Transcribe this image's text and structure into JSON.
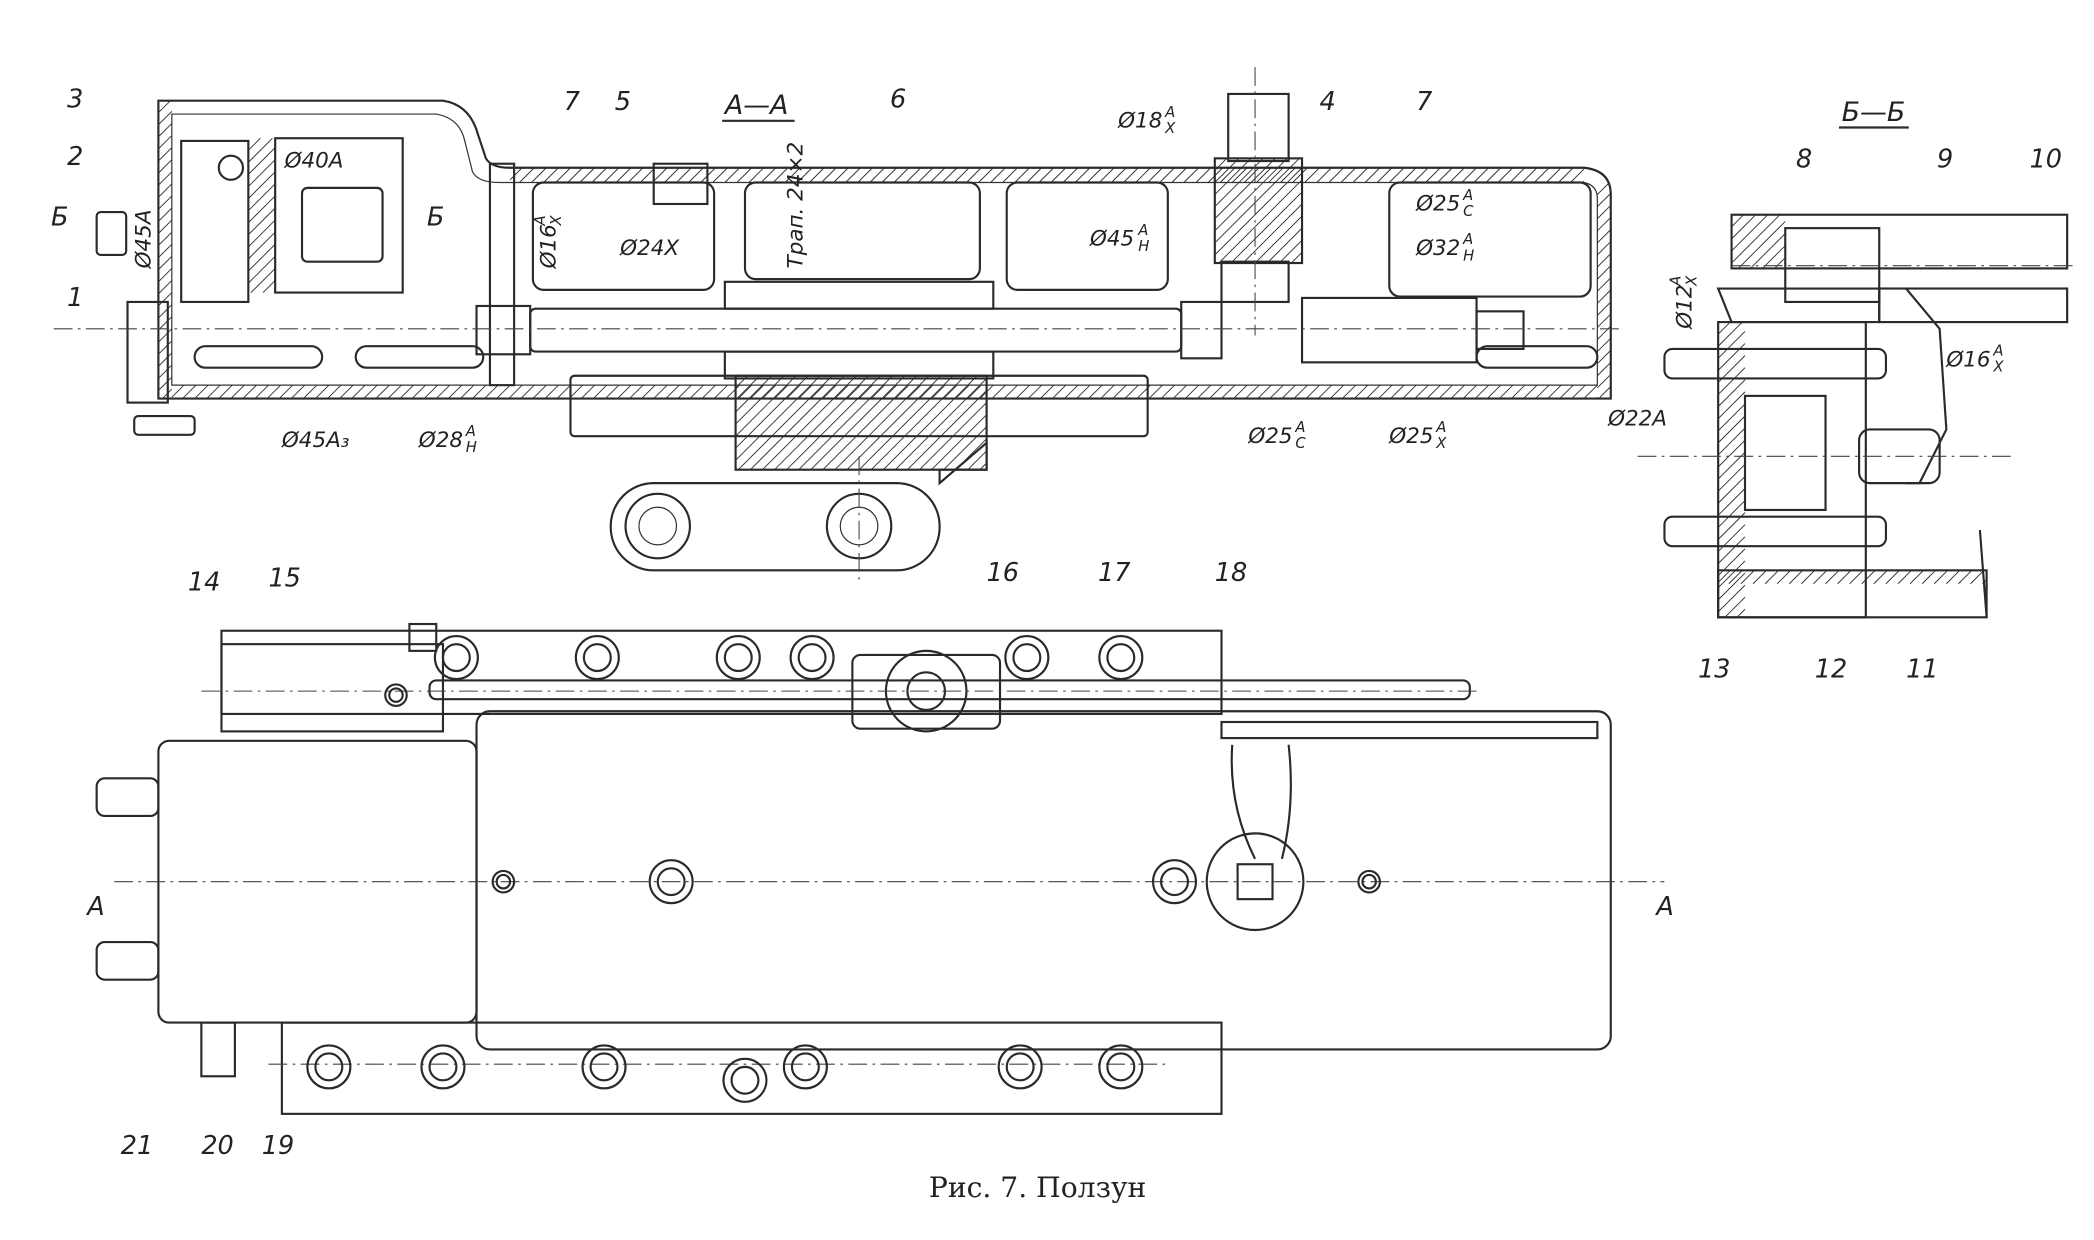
{
  "caption": "Рис. 7. Ползун",
  "sections": {
    "aa": "А—А",
    "bb": "Б—Б"
  },
  "section_marks": {
    "b_left": "Б",
    "b_right": "Б",
    "a_left": "А",
    "a_right": "А"
  },
  "part_numbers": [
    "3",
    "2",
    "1",
    "7",
    "5",
    "6",
    "4",
    "7",
    "8",
    "9",
    "10",
    "14",
    "15",
    "16",
    "17",
    "18",
    "13",
    "12",
    "11",
    "21",
    "20",
    "19"
  ],
  "dimensions": {
    "d40A": "Ø40A",
    "d45A": "Ø45A",
    "d16AX": "Ø16",
    "d24X": "Ø24X",
    "trap": "Трап. 24×2",
    "d18AX": "Ø18",
    "d45AH": "Ø45",
    "d25AC_top": "Ø25",
    "d32AH": "Ø32",
    "d45A3": "Ø45A₃",
    "d28AH": "Ø28",
    "d25AC_bot": "Ø25",
    "d25AX": "Ø25",
    "d12AX": "Ø12",
    "d22A": "Ø22A",
    "d16AX_right": "Ø16"
  },
  "fits": {
    "d16AX": [
      "A",
      "X"
    ],
    "d18AX": [
      "A",
      "X"
    ],
    "d45AH": [
      "A",
      "H"
    ],
    "d25AC_top": [
      "A",
      "C"
    ],
    "d32AH": [
      "A",
      "H"
    ],
    "d28AH": [
      "A",
      "H"
    ],
    "d25AC_bot": [
      "A",
      "C"
    ],
    "d25AX": [
      "A",
      "X"
    ],
    "d12AX": [
      "A",
      "X"
    ],
    "d16AX_right": [
      "A",
      "X"
    ]
  }
}
